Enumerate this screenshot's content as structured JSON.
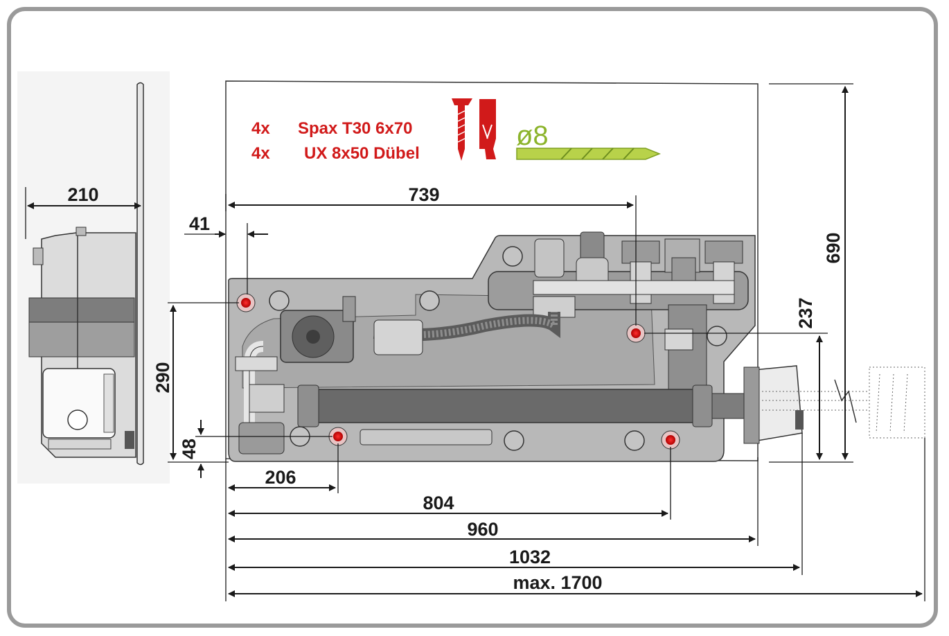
{
  "side_view": {
    "depth_label": "210"
  },
  "fixings": {
    "screw_qty": "4x",
    "screw_label": "Spax T30 6x70",
    "dowel_qty": "4x",
    "dowel_label": "UX 8x50 Dübel",
    "drill_label": "ø8"
  },
  "dimensions": {
    "d739": "739",
    "d41": "41",
    "d290": "290",
    "d48": "48",
    "d206": "206",
    "d804": "804",
    "d960": "960",
    "d1032": "1032",
    "d1700": "max. 1700",
    "d690": "690",
    "d237": "237"
  },
  "colors": {
    "frame": "#9a9a9a",
    "red_text": "#d11a1a",
    "drill": "#8cb42c",
    "mount_hole": "#d11a1a"
  },
  "icons": [
    "screw-icon",
    "dowel-icon",
    "drill-bit-icon"
  ]
}
